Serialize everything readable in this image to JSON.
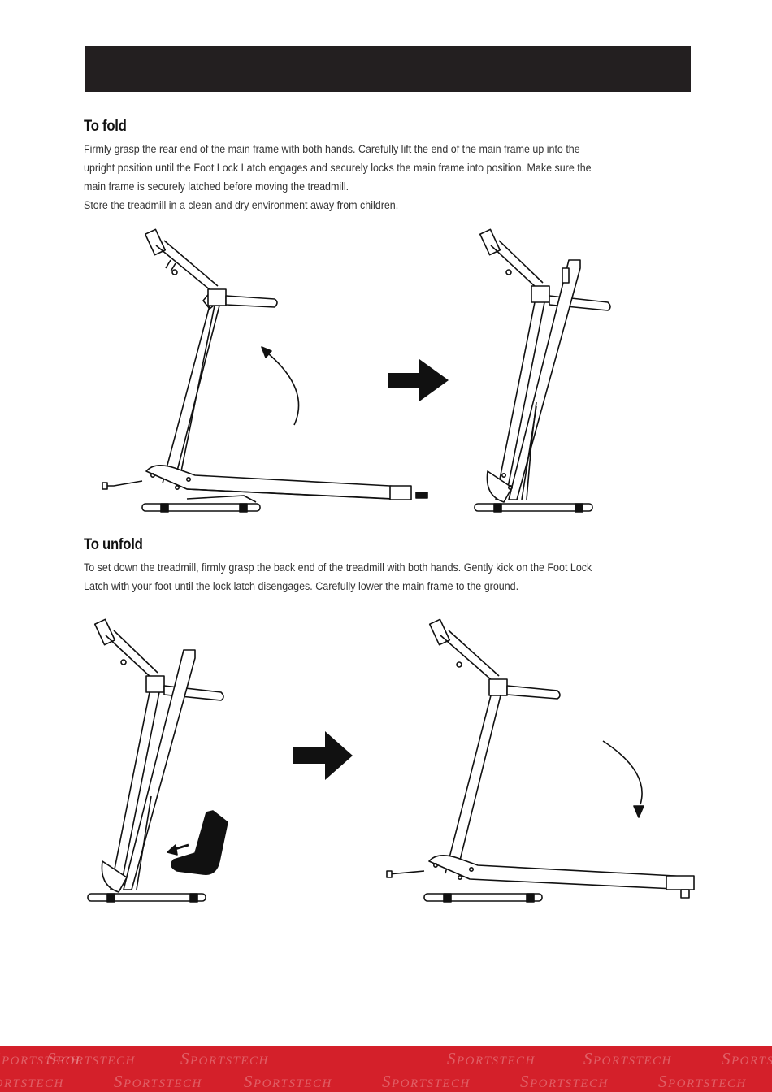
{
  "sections": {
    "fold": {
      "title": "To fold",
      "lines": [
        "Firmly grasp the rear end of the main frame with both hands. Carefully lift the end of the main frame up into the",
        "upright position until the Foot Lock Latch engages and securely locks the main frame into position. Make sure the",
        "main frame is securely latched before moving the treadmill.",
        "Store the treadmill in a clean and dry environment away from children."
      ]
    },
    "unfold": {
      "title": "To unfold",
      "lines": [
        "To set down the treadmill, firmly grasp the back end of the treadmill with both hands. Gently kick on the Foot Lock",
        "Latch with your foot until the lock latch disengages. Carefully lower the main frame to the ground."
      ]
    }
  },
  "footer": {
    "watermark_initial": "S",
    "watermark_rest": "PORTSTECH",
    "color": "#d4202a"
  },
  "colors": {
    "header_bar": "#231f20",
    "line_art": "#111111"
  }
}
